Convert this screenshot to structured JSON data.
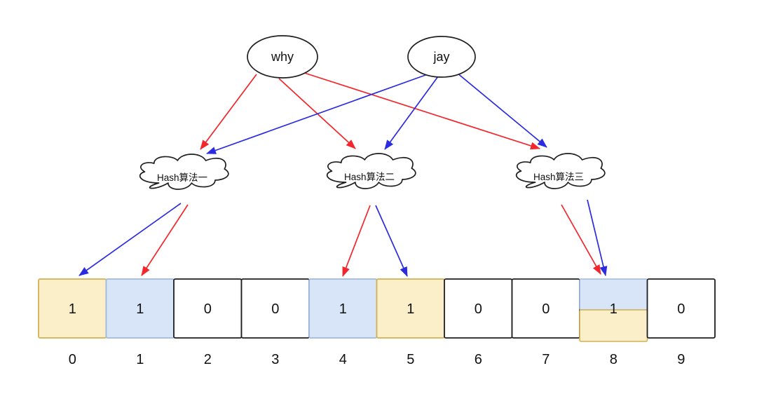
{
  "diagram": {
    "type": "bloom-filter-hash-diagram",
    "entities": [
      {
        "id": "why",
        "label": "why"
      },
      {
        "id": "jay",
        "label": "jay"
      }
    ],
    "hash_functions": [
      {
        "id": "hash-1",
        "label": "Hash算法一"
      },
      {
        "id": "hash-2",
        "label": "Hash算法二"
      },
      {
        "id": "hash-3",
        "label": "Hash算法三"
      }
    ],
    "edges": [
      {
        "from": "why",
        "to": "hash-1",
        "color": "red"
      },
      {
        "from": "why",
        "to": "hash-2",
        "color": "red"
      },
      {
        "from": "why",
        "to": "hash-3",
        "color": "red"
      },
      {
        "from": "jay",
        "to": "hash-1",
        "color": "blue"
      },
      {
        "from": "jay",
        "to": "hash-2",
        "color": "blue"
      },
      {
        "from": "jay",
        "to": "hash-3",
        "color": "blue"
      },
      {
        "from": "hash-1",
        "to": "bit-0",
        "color": "blue"
      },
      {
        "from": "hash-1",
        "to": "bit-1",
        "color": "red"
      },
      {
        "from": "hash-2",
        "to": "bit-4",
        "color": "red"
      },
      {
        "from": "hash-2",
        "to": "bit-5",
        "color": "blue"
      },
      {
        "from": "hash-3",
        "to": "bit-8",
        "color": "red"
      },
      {
        "from": "hash-3",
        "to": "bit-8",
        "color": "blue"
      }
    ],
    "bit_array": {
      "cells": [
        {
          "index": "0",
          "value": "1",
          "fill": "yellow"
        },
        {
          "index": "1",
          "value": "1",
          "fill": "blue"
        },
        {
          "index": "2",
          "value": "0",
          "fill": "white"
        },
        {
          "index": "3",
          "value": "0",
          "fill": "white"
        },
        {
          "index": "4",
          "value": "1",
          "fill": "blue"
        },
        {
          "index": "5",
          "value": "1",
          "fill": "yellow"
        },
        {
          "index": "6",
          "value": "0",
          "fill": "white"
        },
        {
          "index": "7",
          "value": "0",
          "fill": "white"
        },
        {
          "index": "8",
          "value": "1",
          "fill": "split"
        },
        {
          "index": "9",
          "value": "0",
          "fill": "white"
        }
      ]
    },
    "colors": {
      "red": "#f2262b",
      "blue": "#2b2be0",
      "yellow_fill": "#fbefc9",
      "yellow_stroke": "#d2b054",
      "blue_fill": "#d8e5f8",
      "blue_stroke": "#a0bade",
      "outline": "#1f1f1f"
    }
  }
}
